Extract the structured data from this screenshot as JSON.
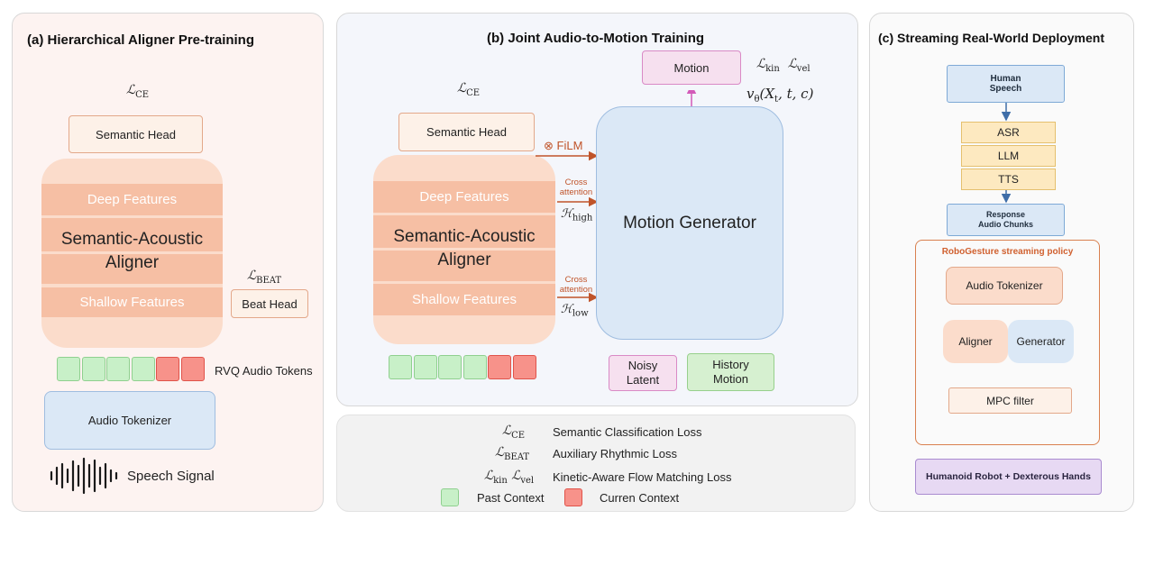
{
  "panel_a": {
    "title": "(a)  Hierarchical Aligner Pre-training",
    "loss_ce": "ℒ",
    "loss_ce_sub": "CE",
    "semantic_head": "Semantic Head",
    "deep_features": "Deep Features",
    "aligner_line1": "Semantic-Acoustic",
    "aligner_line2": "Aligner",
    "shallow_features": "Shallow Features",
    "loss_beat": "ℒ",
    "loss_beat_sub": "BEAT",
    "beat_head": "Beat Head",
    "rvq_tokens": "RVQ Audio Tokens",
    "audio_tokenizer": "Audio Tokenizer",
    "speech_signal": "Speech Signal",
    "tokens": [
      "past",
      "past",
      "past",
      "past",
      "current",
      "current"
    ]
  },
  "panel_b": {
    "title": "(b)  Joint Audio-to-Motion Training",
    "loss_ce": "ℒ",
    "loss_ce_sub": "CE",
    "semantic_head": "Semantic Head",
    "deep_features": "Deep Features",
    "aligner_line1": "Semantic-Acoustic",
    "aligner_line2": "Aligner",
    "shallow_features": "Shallow Features",
    "film": "⊗ FiLM",
    "cross_attention_1a": "Cross",
    "cross_attention_1b": "attention",
    "h_high": "ℋ",
    "h_high_sub": "high",
    "cross_attention_2a": "Cross",
    "cross_attention_2b": "attention",
    "h_low": "ℋ",
    "h_low_sub": "low",
    "motion_generator": "Motion Generator",
    "motion": "Motion",
    "loss_kin": "ℒ",
    "loss_kin_sub": "kin",
    "loss_vel": "ℒ",
    "loss_vel_sub": "vel",
    "vtheta": "v",
    "vtheta_sub": "θ",
    "vtheta_args": "(X",
    "vtheta_t_sub": "t",
    "vtheta_rest": ", t, c)",
    "noisy_latent_1": "Noisy",
    "noisy_latent_2": "Latent",
    "history_motion_1": "History",
    "history_motion_2": "Motion",
    "tokens": [
      "past",
      "past",
      "past",
      "past",
      "current",
      "current"
    ]
  },
  "legend": {
    "ce_sym": "ℒ",
    "ce_sub": "CE",
    "ce_text": "Semantic Classification Loss",
    "beat_sym": "ℒ",
    "beat_sub": "BEAT",
    "beat_text": "Auxiliary Rhythmic Loss",
    "kin_sym": "ℒ",
    "kin_sub": "kin",
    "vel_sym": "ℒ",
    "vel_sub": "vel",
    "kinvel_text": "Kinetic-Aware Flow Matching Loss",
    "past_context": "Past Context",
    "current_context": "Curren Context"
  },
  "panel_c": {
    "title": "(c)  Streaming Real-World Deployment",
    "human_speech_1": "Human",
    "human_speech_2": "Speech",
    "asr": "ASR",
    "llm": "LLM",
    "tts": "TTS",
    "response_1": "Response",
    "response_2": "Audio Chunks",
    "policy_title": "RoboGesture streaming policy",
    "audio_tokenizer": "Audio Tokenizer",
    "aligner": "Aligner",
    "generator": "Generator",
    "mpc_filter": "MPC filter",
    "robot": "Humanoid Robot + Dexterous Hands"
  },
  "colors": {
    "accent_orange": "#c0542a",
    "panel_a_bg": "#fdf3f1",
    "panel_b_bg": "#f4f6fb",
    "blue_box": "#dbe8f6",
    "purple_box": "#e7d9f3"
  }
}
